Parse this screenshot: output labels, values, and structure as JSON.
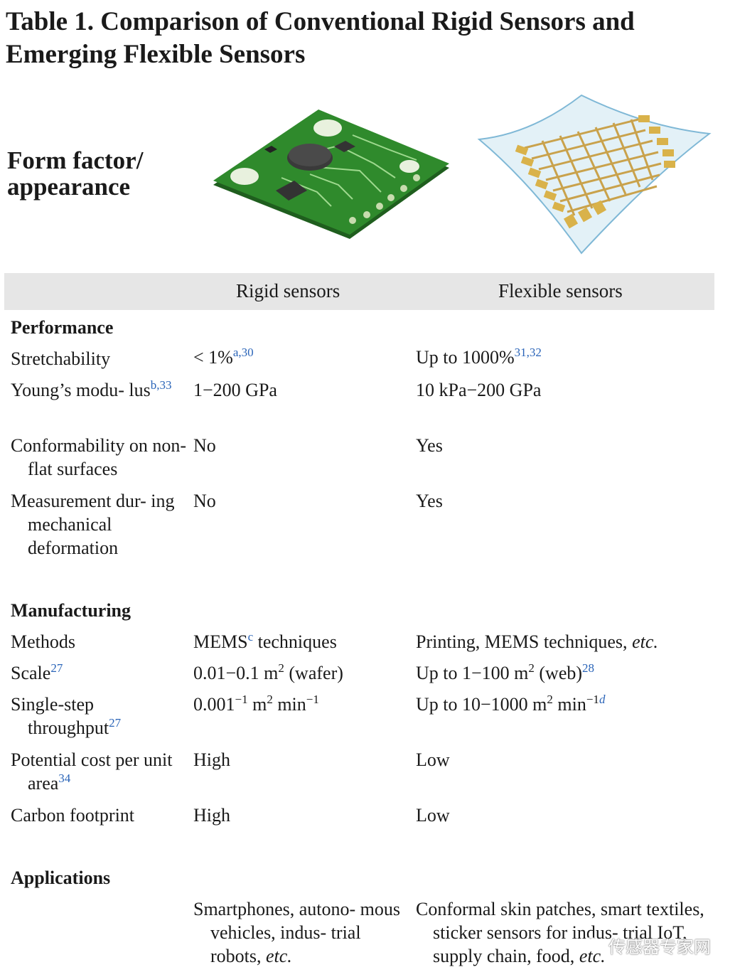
{
  "title": "Table 1. Comparison of Conventional Rigid Sensors and Emerging Flexible Sensors",
  "form_factor_label": "Form factor/ appearance",
  "headers": {
    "rigid": "Rigid sensors",
    "flexible": "Flexible sensors"
  },
  "sections": {
    "performance": "Performance",
    "manufacturing": "Manufacturing",
    "applications": "Applications"
  },
  "rows": {
    "stretchability": {
      "label": "Stretchability",
      "rigid": "< 1%",
      "rigid_sup": "a,30",
      "flexible": "Up to 1000%",
      "flexible_sup": "31,32"
    },
    "youngs": {
      "label": "Young’s modu- lus",
      "label_sup": "b,33",
      "rigid": "1−200 GPa",
      "flexible": "10 kPa−200 GPa"
    },
    "conformability": {
      "label": "Conformability on non-flat surfaces",
      "rigid": "No",
      "flexible": "Yes"
    },
    "measurement": {
      "label": "Measurement dur- ing mechanical deformation",
      "rigid": "No",
      "flexible": "Yes"
    },
    "methods": {
      "label": "Methods",
      "rigid_a": "MEMS",
      "rigid_sup": "c",
      "rigid_b": " techniques",
      "flexible": "Printing, MEMS techniques, ",
      "flexible_em": "etc."
    },
    "scale": {
      "label": "Scale",
      "label_sup": "27",
      "rigid_a": "0.01−0.1 m",
      "rigid_sup": "2",
      "rigid_b": " (wafer)",
      "flexible_a": "Up to 1−100 m",
      "flexible_sup": "2",
      "flexible_b": " (web)",
      "flexible_ref": "28"
    },
    "throughput": {
      "label": "Single-step throughput",
      "label_sup": "27",
      "rigid_a": "0.001",
      "rigid_sup1": "−1",
      "rigid_b": " m",
      "rigid_sup2": "2",
      "rigid_c": " min",
      "rigid_sup3": "−1",
      "flexible_a": "Up to 10−1000 m",
      "flexible_sup1": "2",
      "flexible_b": " min",
      "flexible_sup2": "−1",
      "flexible_ref": "d"
    },
    "cost": {
      "label": "Potential cost per unit area",
      "label_sup": "34",
      "rigid": "High",
      "flexible": "Low"
    },
    "carbon": {
      "label": "Carbon footprint",
      "rigid": "High",
      "flexible": "Low"
    },
    "applications": {
      "rigid": "Smartphones, autono- mous vehicles, indus- trial robots, ",
      "rigid_em": "etc.",
      "flexible": "Conformal skin patches, smart textiles, sticker sensors for indus- trial IoT, supply chain, food, ",
      "flexible_em": "etc."
    }
  },
  "watermark": "传感器专家网",
  "colors": {
    "header_band": "#e6e6e6",
    "reference": "#2a64b8",
    "pcb_green": "#2f8a2c",
    "electrode_gold": "#d9b24a"
  }
}
